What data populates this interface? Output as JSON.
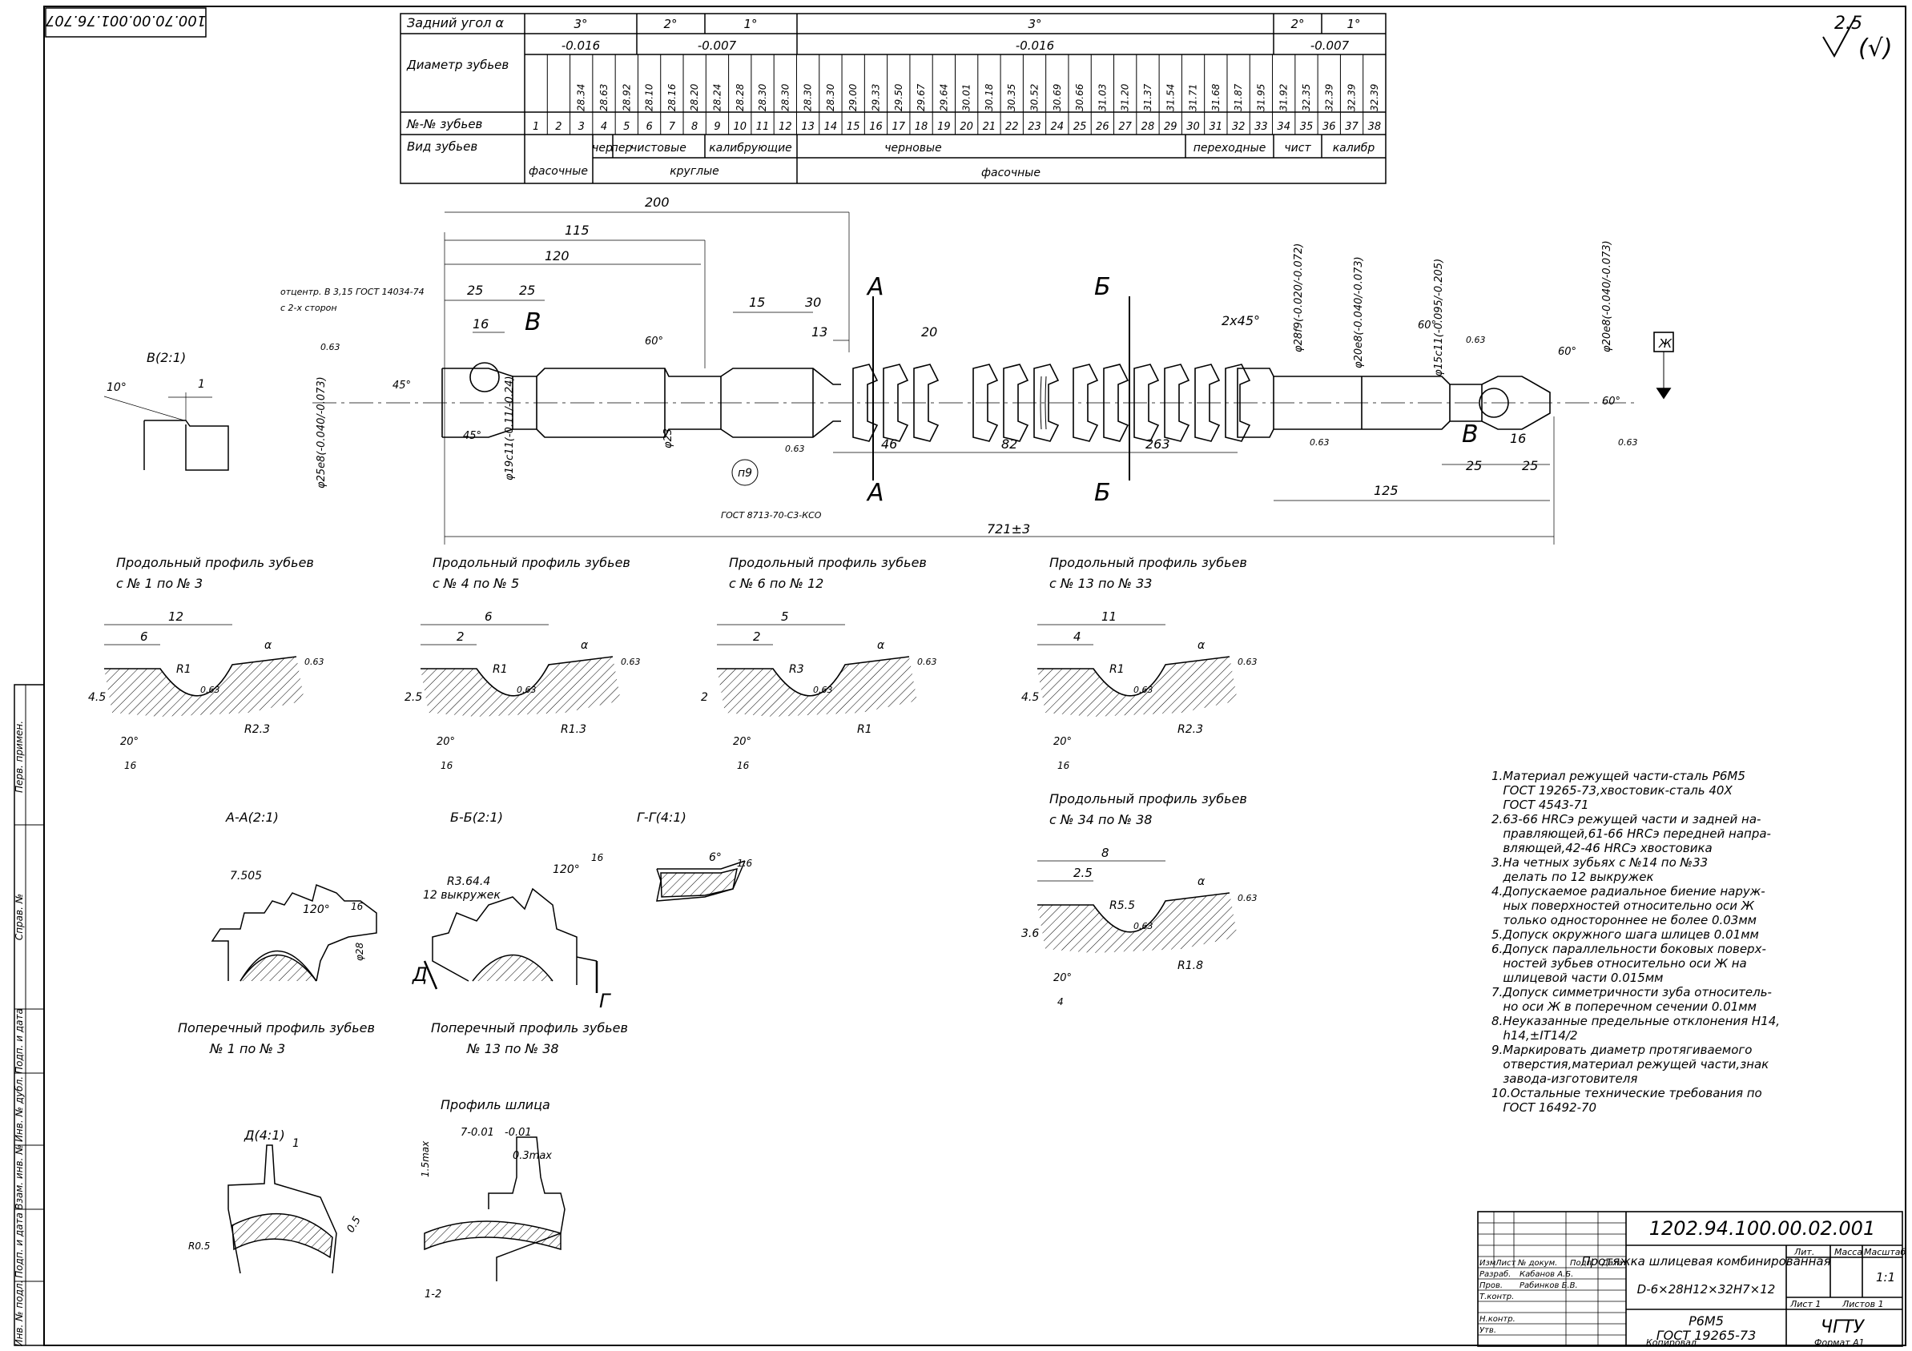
{
  "stamp_code": "100.70.00.001.76.707",
  "header_table": {
    "row1_label": "Задний угол α",
    "row1_values": [
      "3°",
      "2°",
      "1°",
      "3°",
      "2°",
      "1°"
    ],
    "row2_values": [
      "-0.016",
      "-0.007",
      "-0.016",
      "-0.007"
    ],
    "row3_label": "Диаметр зубьев",
    "diameters": [
      "28.34",
      "28.63",
      "28.92",
      "28.10",
      "28.16",
      "28.20",
      "28.24",
      "28.28",
      "28.30",
      "28.30",
      "28.30",
      "28.30",
      "29.00",
      "29.33",
      "29.50",
      "29.67",
      "29.64",
      "30.01",
      "30.18",
      "30.35",
      "30.52",
      "30.69",
      "30.66",
      "31.03",
      "31.20",
      "31.37",
      "31.54",
      "31.71",
      "31.68",
      "31.87",
      "31.95",
      "31.92",
      "32.35",
      "32.39",
      "32.39",
      "32.39"
    ],
    "row4_label": "№-№ зубьев",
    "numbers": [
      "1",
      "2",
      "3",
      "4",
      "5",
      "6",
      "7",
      "8",
      "9",
      "10",
      "11",
      "12",
      "13",
      "14",
      "15",
      "16",
      "17",
      "18",
      "19",
      "20",
      "21",
      "22",
      "23",
      "24",
      "25",
      "26",
      "27",
      "28",
      "29",
      "30",
      "31",
      "32",
      "33",
      "34",
      "35",
      "36",
      "37",
      "38"
    ],
    "row5_label": "Вид зубьев",
    "kinds_top": [
      "чер",
      "пер",
      "чистовые",
      "калибрующие",
      "черновые",
      "переходные",
      "чист",
      "калибр"
    ],
    "kinds_bottom": [
      "фасочные",
      "круглые",
      "фасочные"
    ]
  },
  "main_view": {
    "dims": [
      "200",
      "115",
      "120",
      "25",
      "25",
      "16",
      "15",
      "30",
      "13",
      "20",
      "46",
      "82",
      "263",
      "125",
      "25",
      "25",
      "16",
      "721±3",
      "2x45°"
    ],
    "labels": [
      "отцентр. В 3,15 ГОСТ 14034-74",
      "с 2-х сторон",
      "ГОСТ 8713-70-С3-КСО",
      "В",
      "В",
      "А",
      "А",
      "Б",
      "Б",
      "Ж",
      "п9"
    ],
    "diams": [
      "φ25e8(-0.040/-0.073)",
      "φ19c11(-0.11/-0.24)",
      "φ23",
      "φ28f9(-0.020/-0.072)",
      "φ20e8(-0.040/-0.073)",
      "φ15c11(-0.095/-0.205)",
      "φ20e8(-0.040/-0.073)"
    ],
    "roughness": [
      "0.63",
      "0.63",
      "0.63",
      "0.63",
      "0.63"
    ],
    "angles": [
      "45°",
      "60°",
      "45°",
      "60°",
      "60°",
      "60°"
    ]
  },
  "detail_b": {
    "label": "В(2:1)",
    "angle": "10°",
    "dim": "1"
  },
  "profiles": [
    {
      "title": "Продольный профиль зубьев",
      "range": "с № 1 по № 3",
      "dims": [
        "12",
        "6",
        "R1",
        "4.5",
        "R2.3",
        "20°",
        "16",
        "0.63",
        "α",
        "0.63"
      ]
    },
    {
      "title": "Продольный профиль зубьев",
      "range": "с № 4 по № 5",
      "dims": [
        "6",
        "2",
        "R1",
        "2.5",
        "R1.3",
        "20°",
        "16",
        "0.63",
        "α",
        "0.63"
      ]
    },
    {
      "title": "Продольный профиль зубьев",
      "range": "с № 6 по № 12",
      "dims": [
        "5",
        "2",
        "R3",
        "2",
        "R1",
        "20°",
        "16",
        "0.63",
        "α",
        "0.63"
      ]
    },
    {
      "title": "Продольный профиль зубьев",
      "range": "с № 13 по № 33",
      "dims": [
        "11",
        "4",
        "R1",
        "4.5",
        "R2.3",
        "20°",
        "16",
        "0.63",
        "α",
        "0.63"
      ]
    },
    {
      "title": "Продольный профиль зубьев",
      "range": "с № 34 по № 38",
      "dims": [
        "8",
        "2.5",
        "R5.5",
        "3.6",
        "R1.8",
        "20°",
        "4",
        "0.63",
        "α",
        "0.63"
      ]
    }
  ],
  "sections": {
    "a": {
      "title": "А-А(2:1)",
      "dims": [
        "7.505",
        "120°",
        "16",
        "φ28"
      ]
    },
    "b": {
      "title": "Б-Б(2:1)",
      "dims": [
        "R3.64.4",
        "12 выкружек",
        "120°",
        "16",
        "Д",
        "Г"
      ]
    },
    "g": {
      "title": "Г-Г(4:1)",
      "dims": [
        "6°",
        "1.6"
      ]
    },
    "cross1": {
      "title": "Поперечный профиль зубьев",
      "range": "№ 1 по № 3"
    },
    "cross2": {
      "title": "Поперечный профиль зубьев",
      "range": "№ 13 по № 38"
    },
    "spline": {
      "title": "Профиль шлица",
      "dims": [
        "7-0.01",
        "-0.01",
        "0.3max",
        "1.5max",
        "1-2"
      ]
    },
    "d": {
      "title": "Д(4:1)",
      "dims": [
        "1",
        "R0.5",
        "0.5"
      ]
    }
  },
  "notes": [
    "1.Материал режущей части-сталь Р6М5",
    "   ГОСТ 19265-73,хвостовик-сталь 40Х",
    "   ГОСТ 4543-71",
    "2.63-66 HRCэ режущей части и задней на-",
    "   правляющей,61-66 HRCэ передней напра-",
    "   вляющей,42-46 HRCэ хвостовика",
    "3.На четных зубьях с №14 по №33",
    "   делать по 12 выкружек",
    "4.Допускаемое радиальное биение наруж-",
    "   ных поверхностей относительно оси Ж",
    "   только одностороннее не более 0.03мм",
    "5.Допуск окружного шага шлицев 0.01мм",
    "6.Допуск параллельности боковых поверх-",
    "   ностей зубьев относительно оси Ж на",
    "   шлицевой части 0.015мм",
    "7.Допуск симметричности зуба относитель-",
    "   но оси Ж в поперечном сечении 0.01мм",
    "8.Неуказанные предельные отклонения H14,",
    "   h14,±IT14/2",
    "9.Маркировать диаметр протягиваемого",
    "   отверстия,материал режущей части,знак",
    "   завода-изготовителя",
    "10.Остальные технические требования по",
    "   ГОСТ 16492-70"
  ],
  "roughness_symbol": "2.5",
  "title_block": {
    "code": "1202.94.100.00.02.001",
    "name": "Протяжка шлицевая комбинированная",
    "spec": "D-6×28H12×32H7×12",
    "material_1": "Р6М5",
    "material_2": "ГОСТ 19265-73",
    "col_headers": [
      "Изм",
      "Лист",
      "№ докум.",
      "Подп.",
      "Дата"
    ],
    "roles": [
      "Разраб.",
      "Пров.",
      "Т.контр.",
      "Н.контр.",
      "Утв."
    ],
    "people": [
      "Кабанов А.Б.",
      "Рабинков Б.В."
    ],
    "lit": "Лит.",
    "mass": "Масса",
    "scale_label": "Масштаб",
    "scale_value": "1:1",
    "sheet": "Лист 1",
    "sheets": "Листов 1",
    "org": "ЧГТУ",
    "copied": "Копировал",
    "format": "Формат A1"
  },
  "side_stamps": [
    "Перв. примен.",
    "Справ. №",
    "Подп. и дата",
    "Инв. № дубл.",
    "Взам. инв. №",
    "Подп. и дата",
    "Инв. № подл."
  ]
}
